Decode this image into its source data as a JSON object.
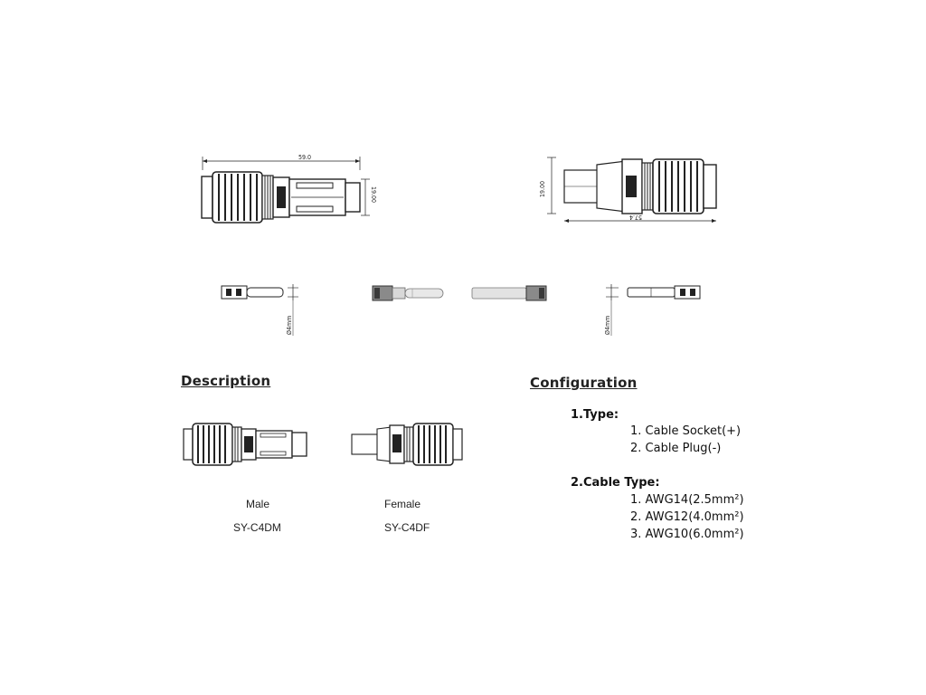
{
  "dimensions": {
    "male_length": "59.0",
    "male_diameter": "19.00",
    "female_diameter": "19.00",
    "female_length": "57.4",
    "pin_diameter_male": "Ø4mm",
    "pin_diameter_female": "Ø4mm"
  },
  "sections": {
    "description_title": "Description",
    "configuration_title": "Configuration"
  },
  "description": {
    "male_label": "Male",
    "male_model": "SY-C4DM",
    "female_label": "Female",
    "female_model": "SY-C4DF"
  },
  "configuration": {
    "type_heading": "1.Type:",
    "types": [
      "1. Cable Socket(+)",
      "2. Cable Plug(-)"
    ],
    "cable_heading": "2.Cable Type:",
    "cable_types": [
      "1. AWG14(2.5mm²)",
      "2. AWG12(4.0mm²)",
      "3. AWG10(6.0mm²)"
    ]
  },
  "colors": {
    "ink": "#222222",
    "fill_light": "#ffffff",
    "fill_gray": "#c8c8c8"
  }
}
